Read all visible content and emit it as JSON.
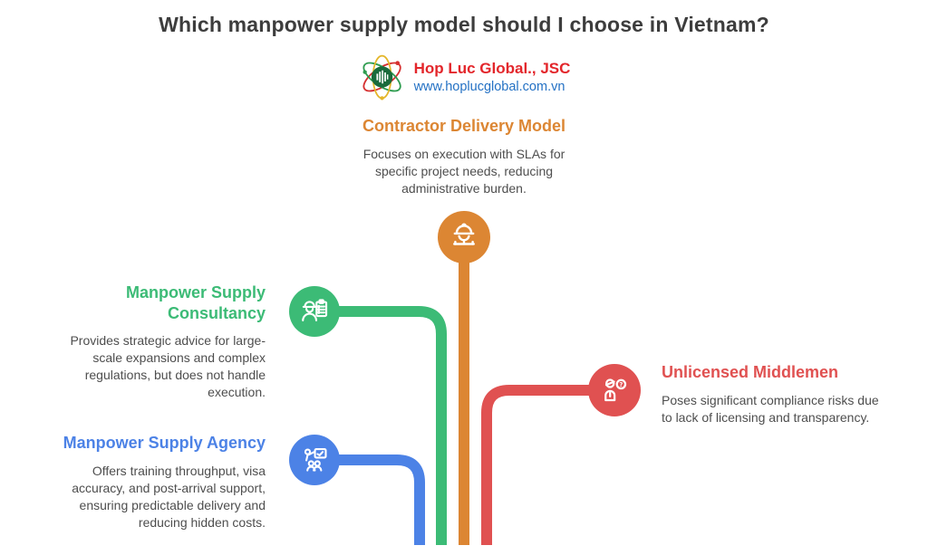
{
  "title": "Which manpower supply model should I choose in Vietnam?",
  "logo": {
    "company": "Hop Luc Global., JSC",
    "website": "www.hoplucglobal.com.vn"
  },
  "colors": {
    "orange": "#dc8633",
    "green": "#3cbb76",
    "blue": "#4c82e6",
    "red": "#e05151",
    "title_gray": "#3d3d3d",
    "body_gray": "#4e4e4e",
    "brand_red": "#e3262b",
    "brand_blue": "#2471c4"
  },
  "nodes": [
    {
      "id": "contractor-delivery-model",
      "label": "Contractor Delivery Model",
      "description": "Focuses on execution with SLAs for specific project needs, reducing administrative burden.",
      "color": "#dc8633",
      "icon": "construction-worker-icon"
    },
    {
      "id": "manpower-supply-consultancy",
      "label": "Manpower Supply Consultancy",
      "description": "Provides strategic advice for large-scale expansions and complex regulations, but does not handle execution.",
      "color": "#3cbb76",
      "icon": "consultant-checklist-icon"
    },
    {
      "id": "unlicensed-middlemen",
      "label": "Unlicensed Middlemen",
      "description": "Poses significant compliance risks due to lack of licensing and transparency.",
      "color": "#e05151",
      "icon": "unknown-person-question-icon"
    },
    {
      "id": "manpower-supply-agency",
      "label": "Manpower Supply Agency",
      "description": "Offers training throughput, visa accuracy, and post-arrival support, ensuring predictable delivery and reducing hidden costs.",
      "color": "#4c82e6",
      "icon": "trainer-presentation-icon"
    }
  ]
}
